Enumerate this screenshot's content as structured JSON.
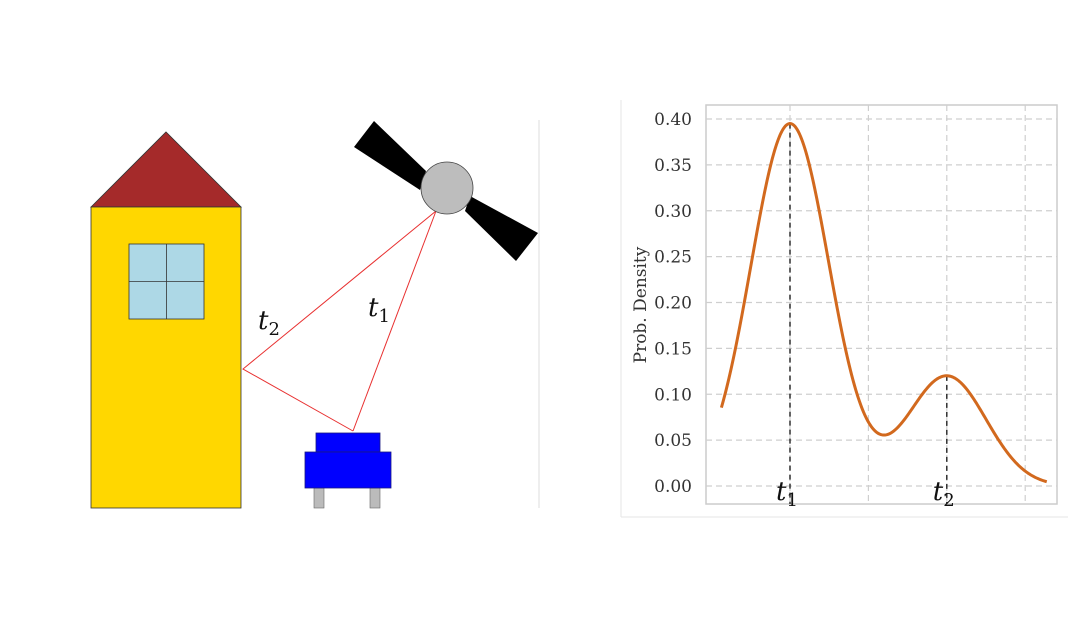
{
  "illustration": {
    "labels": {
      "path_reflected": "t",
      "path_reflected_sub": "2",
      "path_direct": "t",
      "path_direct_sub": "1"
    },
    "colors": {
      "house_wall": "#FFD700",
      "house_roof": "#A52A2A",
      "window": "#ADD8E6",
      "car": "#0000FF",
      "wheels": "#BBBBBB",
      "satellite_body": "#BDBDBD",
      "satellite_panels": "#000000",
      "signal_path": "#E83030"
    },
    "icons": [
      "house-icon",
      "satellite-icon",
      "car-icon"
    ]
  },
  "chart_data": {
    "type": "line",
    "ylabel": "Prob. Density",
    "xlabel": "",
    "ylim": [
      0.0,
      0.4
    ],
    "y_ticks": [
      "0.00",
      "0.05",
      "0.10",
      "0.15",
      "0.20",
      "0.25",
      "0.30",
      "0.35",
      "0.40"
    ],
    "grid": true,
    "series": [
      {
        "color": "#D2691E",
        "components": [
          {
            "mean": 0,
            "sd": 1,
            "peak": 0.395
          },
          {
            "mean": 4,
            "sd": 1,
            "peak": 0.12
          }
        ]
      }
    ],
    "x_range": [
      -1.75,
      6.55
    ],
    "markers": [
      {
        "label": "t",
        "sub": "1",
        "x": 0,
        "y": 0.395
      },
      {
        "label": "t",
        "sub": "2",
        "x": 4,
        "y": 0.12
      }
    ]
  }
}
